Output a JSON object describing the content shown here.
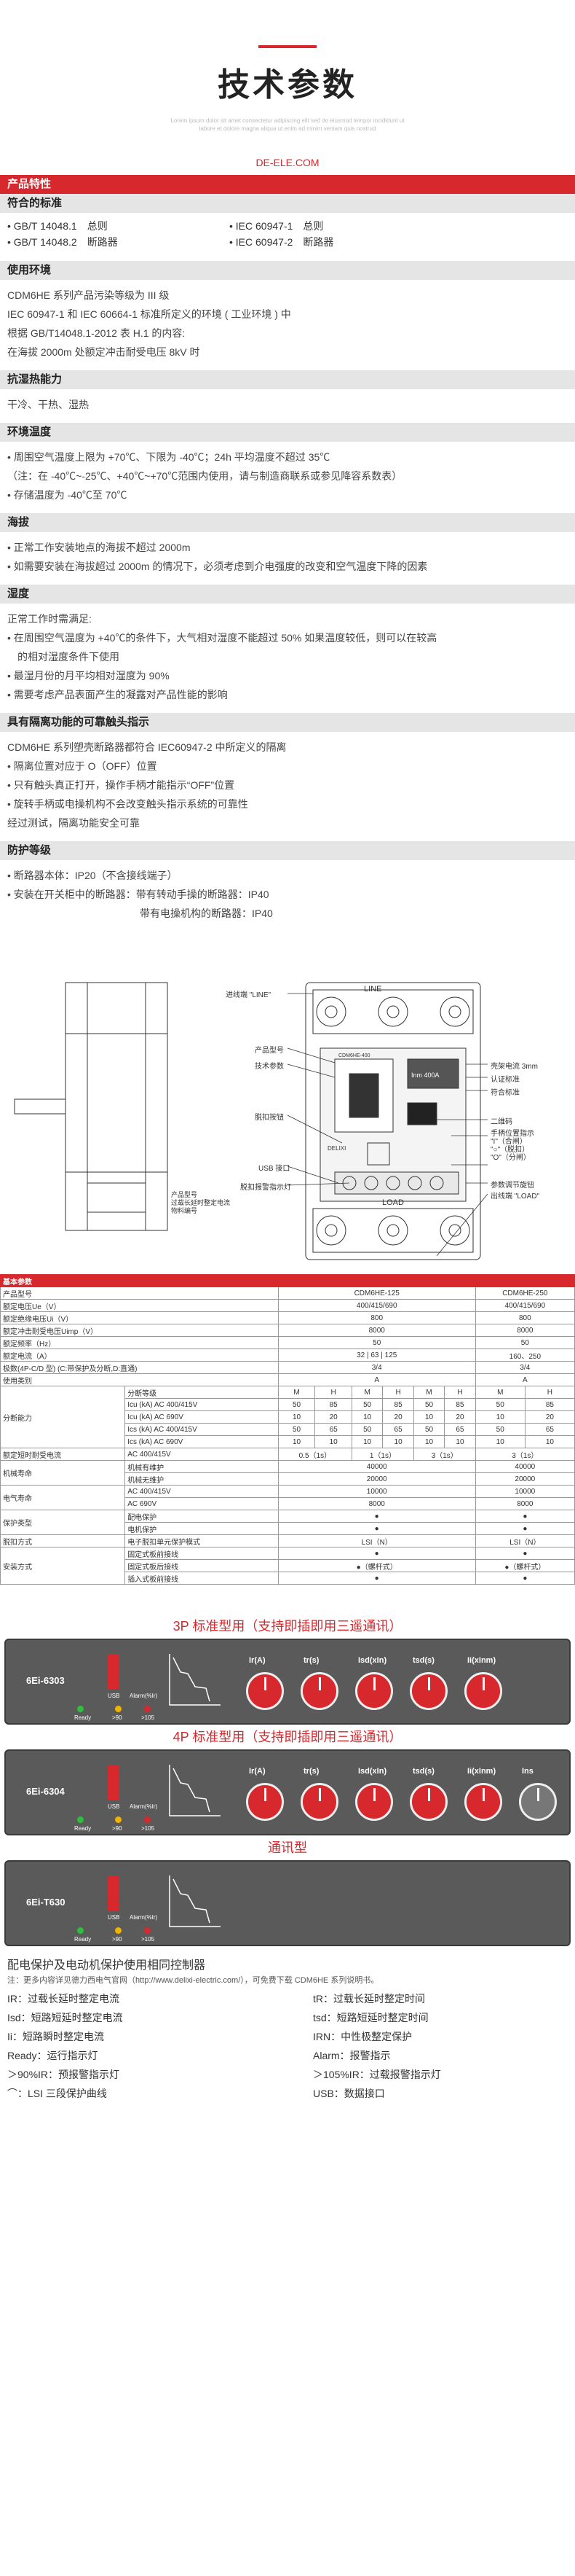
{
  "header": {
    "title": "技术参数",
    "tiny_text": "Lorem ipsum dolor sit amet consectetur adipiscing elit sed do eiusmod tempor incididunt ut labore et dolore magna aliqua ut enim ad minim veniam quis nostrud",
    "brand_url": "DE-ELE.COM"
  },
  "product": {
    "section_title": "产品特性",
    "standards": {
      "title": "符合的标准",
      "items": [
        "• GB/T 14048.1　总则",
        "• IEC 60947-1　总则",
        "• GB/T 14048.2　断路器",
        "• IEC 60947-2　断路器"
      ]
    },
    "environment": {
      "title": "使用环境",
      "lines": [
        "CDM6HE 系列产品污染等级为 III 级",
        "IEC 60947-1 和 IEC 60664-1 标准所定义的环境 ( 工业环境 ) 中",
        "根据 GB/T14048.1-2012 表 H.1 的内容:",
        "在海拔 2000m 处额定冲击耐受电压 8kV 时"
      ]
    },
    "moisture": {
      "title": "抗湿热能力",
      "lines": [
        "干冷、干热、湿热"
      ]
    },
    "temperature": {
      "title": "环境温度",
      "lines": [
        "• 周围空气温度上限为 +70℃、下限为 -40℃；24h 平均温度不超过 35℃",
        "（注：在 -40℃~-25℃、+40℃~+70℃范围内使用，请与制造商联系或参见降容系数表）",
        "• 存储温度为 -40℃至 70℃"
      ]
    },
    "altitude": {
      "title": "海拔",
      "lines": [
        "• 正常工作安装地点的海拔不超过 2000m",
        "• 如需要安装在海拔超过 2000m 的情况下，必须考虑到介电强度的改变和空气温度下降的因素"
      ]
    },
    "humidity": {
      "title": "湿度",
      "lines": [
        "正常工作时需满足:",
        "• 在周围空气温度为 +40℃的条件下，大气相对湿度不能超过 50% 如果温度较低，则可以在较高",
        "　的相对湿度条件下使用",
        "• 最湿月份的月平均相对湿度为 90%",
        "• 需要考虑产品表面产生的凝露对产品性能的影响"
      ]
    },
    "isolation": {
      "title": "具有隔离功能的可靠触头指示",
      "lines": [
        "CDM6HE 系列塑壳断路器都符合 IEC60947-2 中所定义的隔离",
        "• 隔离位置对应于 O（OFF）位置",
        "• 只有触头真正打开，操作手柄才能指示“OFF”位置",
        "• 旋转手柄或电操机构不会改变触头指示系统的可靠性",
        "经过测试，隔离功能安全可靠"
      ]
    },
    "protection": {
      "title": "防护等级",
      "lines": [
        "• 断路器本体：IP20（不含接线端子）",
        "• 安装在开关柜中的断路器：带有转动手操的断路器：IP40",
        "　　　　　　　　　　　　　带有电操机构的断路器：IP40"
      ]
    }
  },
  "diagram": {
    "line_label": "进线端 \"LINE\"",
    "load_label": "出线端 \"LOAD\"",
    "left_labels": [
      "产品型号",
      "技术参数",
      "脱扣按钮",
      "USB 接口",
      "脱扣报警指示灯"
    ],
    "right_labels": [
      "壳架电流 3mm",
      "认证标准",
      "符合标准",
      "二维码",
      "手柄位置指示",
      "参数调节旋钮"
    ],
    "handle_note": "手柄位置指示\n\"I\"（合闸）\n\"○\"（脱扣）\n\"O\"（分闸）",
    "side_label": "产品型号\n过载长延时整定电流\n物料编号",
    "line_text": "LINE",
    "load_text": "LOAD",
    "model_on_device": "CDM6HE-400",
    "rating_on_device": "Inm 400A",
    "brand_on_device": "DELIXI"
  },
  "table": {
    "title": "基本参数",
    "rows": [
      [
        "产品型号",
        "CDM6HE-125",
        "CDM6HE-250"
      ],
      [
        "额定电压Ue（V）",
        "400/415/690",
        "400/415/690"
      ],
      [
        "额定绝缘电压Ui（V）",
        "800",
        "800"
      ],
      [
        "额定冲击耐受电压Uimp（V）",
        "8000",
        "8000"
      ],
      [
        "额定频率（Hz）",
        "50",
        "50"
      ],
      [
        "额定电流（A）",
        "32 | 63 | 125",
        "160、250"
      ],
      [
        "极数(4P-C/D 型) (C:带保护及分断,D:直通)",
        "3/4",
        "3/4"
      ],
      [
        "使用类别",
        "A",
        "A"
      ]
    ],
    "breaking_header": [
      "分断等级",
      "M",
      "H",
      "M",
      "H",
      "M",
      "H",
      "M",
      "H"
    ],
    "breaking_rows": [
      [
        "Icu (kA) AC 400/415V",
        "50",
        "85",
        "50",
        "85",
        "50",
        "85",
        "50",
        "85"
      ],
      [
        "Icu (kA) AC 690V",
        "10",
        "20",
        "10",
        "20",
        "10",
        "20",
        "10",
        "20"
      ],
      [
        "Ics (kA) AC 400/415V",
        "50",
        "65",
        "50",
        "65",
        "50",
        "65",
        "50",
        "65"
      ],
      [
        "Ics (kA) AC 690V",
        "10",
        "10",
        "10",
        "10",
        "10",
        "10",
        "10",
        "10"
      ]
    ],
    "breaking_label": "分断能力",
    "short_label": "额定短时耐受电流",
    "short_row": [
      "AC 400/415V",
      "0.5（1s）",
      "1（1s）",
      "3（1s）",
      "3（1s）"
    ],
    "mech_label": "机械寿命",
    "mech_rows": [
      [
        "机械有维护",
        "40000",
        "40000"
      ],
      [
        "机械无维护",
        "20000",
        "20000"
      ]
    ],
    "elec_label": "电气寿命",
    "elec_rows": [
      [
        "AC 400/415V",
        "10000",
        "10000"
      ],
      [
        "AC 690V",
        "8000",
        "8000"
      ]
    ],
    "prot_label": "保护类型",
    "prot_rows": [
      [
        "配电保护",
        "●",
        "●"
      ],
      [
        "电机保护",
        "●",
        "●"
      ]
    ],
    "trip_label": "脱扣方式",
    "trip_row": [
      "电子脱扣单元保护模式",
      "LSI（N）",
      "LSI（N）"
    ],
    "install_label": "安装方式",
    "install_rows": [
      [
        "固定式板前接线",
        "●",
        "●"
      ],
      [
        "固定式板后接线",
        "●（螺杆式）",
        "●（螺杆式）"
      ],
      [
        "插入式板前接线",
        "●",
        "●"
      ]
    ]
  },
  "controllers": [
    {
      "title": "3P 标准型用（支持即插即用三遥通讯）",
      "model": "6Ei-6303",
      "dials": [
        "Ir(A)",
        "tr(s)",
        "Isd(xIn)",
        "tsd(s)",
        "Ii(xInm)"
      ],
      "grey_last": false
    },
    {
      "title": "4P 标准型用（支持即插即用三遥通讯）",
      "model": "6Ei-6304",
      "dials": [
        "Ir(A)",
        "tr(s)",
        "Isd(xIn)",
        "tsd(s)",
        "Ii(xInm)",
        "Ins"
      ],
      "grey_last": true
    },
    {
      "title": "通讯型",
      "model": "6Ei-T630",
      "dials": [],
      "grey_last": false
    }
  ],
  "controller_labels": {
    "usb": "USB",
    "alarm": "Alarm(%Ir)",
    "ready": "Ready",
    ">90": ">90",
    ">105": ">105"
  },
  "legend": {
    "title": "配电保护及电动机保护使用相同控制器",
    "note": "注：更多内容详见德力西电气官网（http://www.delixi-electric.com/），可免费下载 CDM6HE 系列说明书。",
    "items": [
      "IR：过载长延时整定电流",
      "tR：过载长延时整定时间",
      "Isd：短路短延时整定电流",
      "tsd：短路短延时整定时间",
      "Ii：短路瞬时整定电流",
      "IRN：中性极整定保护",
      "Ready：运行指示灯",
      "Alarm：报警指示",
      "＞90%IR：预报警指示灯",
      "＞105%IR：过载报警指示灯",
      "⌒：LSI 三段保护曲线",
      "USB：数据接口"
    ]
  },
  "colors": {
    "accent": "#d6282d",
    "controller_bg": "#5a5a5a"
  }
}
